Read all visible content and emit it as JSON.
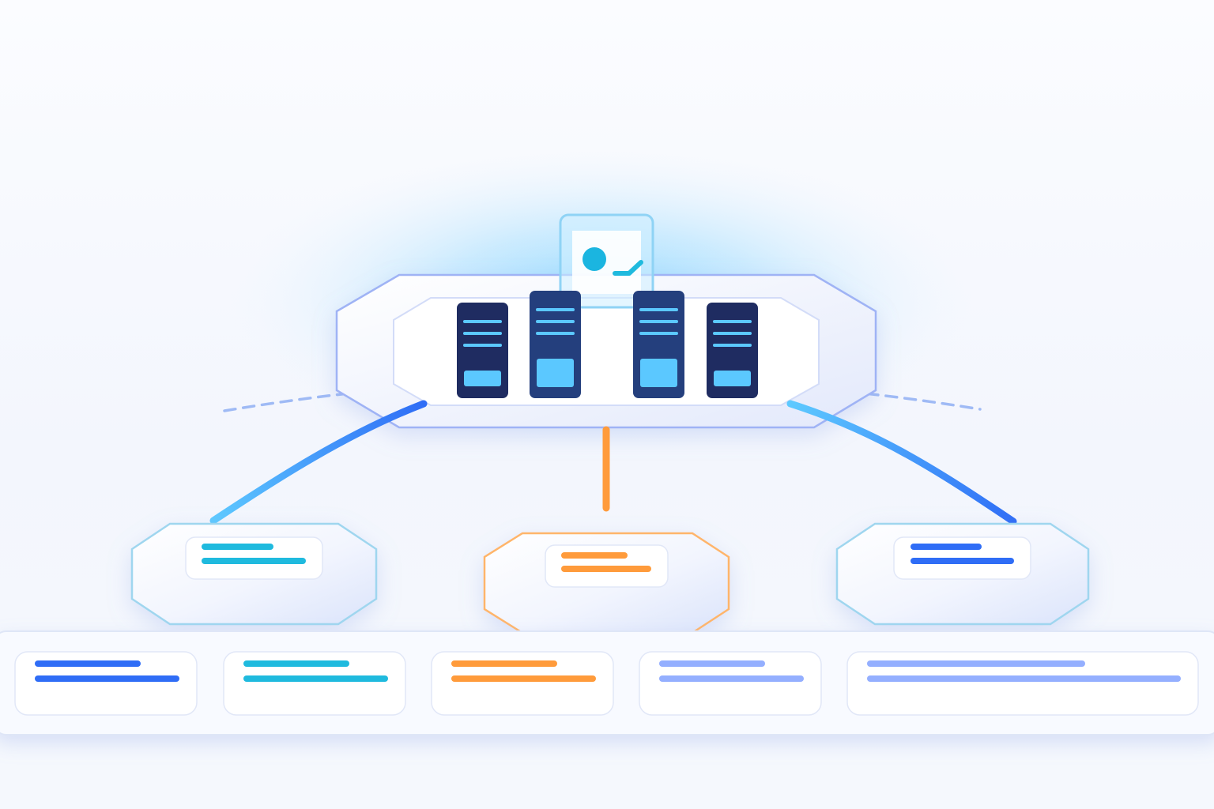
{
  "colors": {
    "background": "#f6f8fd",
    "glow": "#7fd3ff",
    "hub_border": "#9fb3f5",
    "server_dark": "#1f2c61",
    "server_mid": "#243f7d",
    "server_light": "#5bc8ff",
    "monitor_border": "#8fd3f5",
    "monitor_dot": "#1bb5e0",
    "blue": "#2f6df6",
    "cyan": "#1fbade",
    "orange": "#ff9b3b",
    "lavender": "#94afff",
    "node_blue_border": "#9fd6ef",
    "node_orange_border": "#ffb56b",
    "dashed_arc": "#9fbaf5",
    "connector_light": "#5dc9ff",
    "connector_dark": "#2f6df6"
  },
  "icons": {
    "monitor": "monitor-icon",
    "server": "server-rack-icon"
  },
  "hub": {
    "servers": [
      {
        "tone": "dark",
        "raised": false
      },
      {
        "tone": "mid",
        "raised": true
      },
      {
        "tone": "mid",
        "raised": true
      },
      {
        "tone": "dark",
        "raised": false
      }
    ]
  },
  "nodes": [
    {
      "id": "left",
      "accent": "cyan",
      "border": "blue"
    },
    {
      "id": "center",
      "accent": "orange",
      "border": "orange"
    },
    {
      "id": "right",
      "accent": "blue",
      "border": "blue"
    }
  ],
  "bottom_bar": {
    "cards": [
      {
        "accent": "blue"
      },
      {
        "accent": "cyan"
      },
      {
        "accent": "orange"
      },
      {
        "accent": "lavender"
      },
      {
        "accent": "lavender"
      }
    ]
  }
}
